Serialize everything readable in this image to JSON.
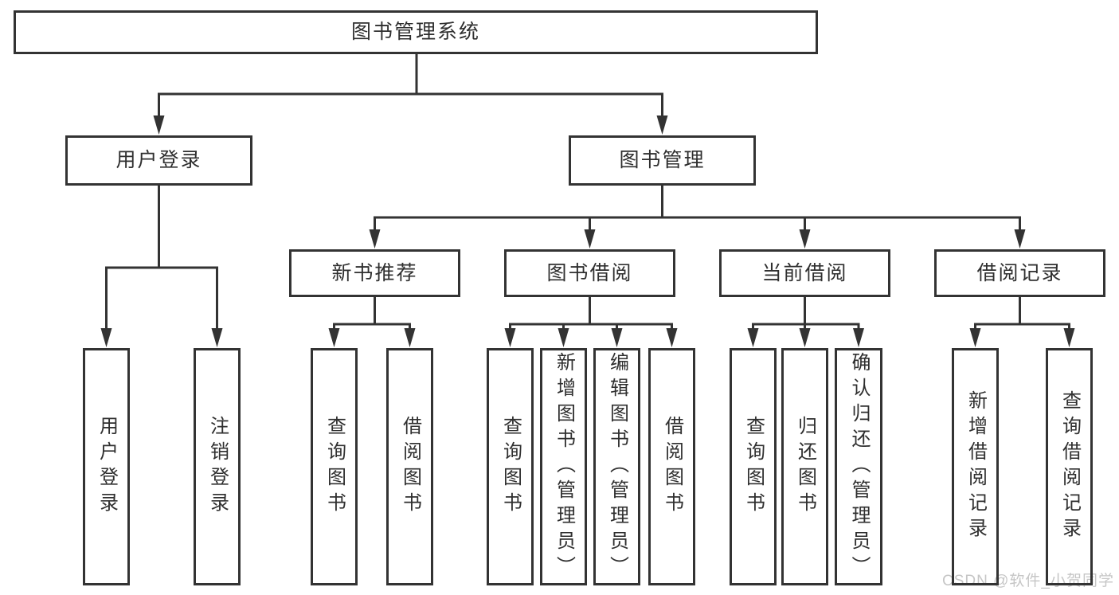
{
  "tree": {
    "label": "图书管理系统",
    "children": [
      {
        "label": "用户登录",
        "children": [
          {
            "label": "用户登录"
          },
          {
            "label": "注销登录"
          }
        ]
      },
      {
        "label": "图书管理",
        "children": [
          {
            "label": "新书推荐",
            "children": [
              {
                "label": "查询图书"
              },
              {
                "label": "借阅图书"
              }
            ]
          },
          {
            "label": "图书借阅",
            "children": [
              {
                "label": "查询图书"
              },
              {
                "label": "新增图书（管理员）"
              },
              {
                "label": "编辑图书（管理员）"
              },
              {
                "label": "借阅图书"
              }
            ]
          },
          {
            "label": "当前借阅",
            "children": [
              {
                "label": "查询图书"
              },
              {
                "label": "归还图书"
              },
              {
                "label": "确认归还（管理员）"
              }
            ]
          },
          {
            "label": "借阅记录",
            "children": [
              {
                "label": "新增借阅记录"
              },
              {
                "label": "查询借阅记录"
              }
            ]
          }
        ]
      }
    ]
  },
  "watermark": "CSDN @软件_小贺同学",
  "colors": {
    "line": "#333333",
    "box_border": "#333333",
    "box_fill": "#ffffff",
    "text": "#2f2f2f",
    "watermark": "#c6c6c6",
    "background": "#ffffff"
  }
}
